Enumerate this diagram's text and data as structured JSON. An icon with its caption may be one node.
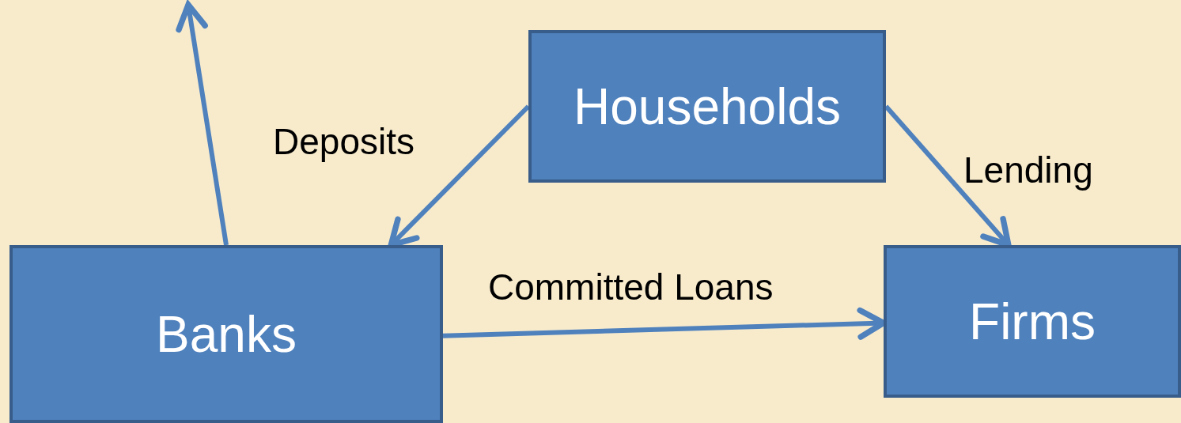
{
  "diagram": {
    "nodes": [
      {
        "text": [
          "Households"
        ]
      },
      {
        "text": [
          "Banks"
        ]
      },
      {
        "text": [
          "Firms"
        ]
      }
    ],
    "edges": [
      {
        "from": 1,
        "to": null,
        "arrow": "to"
      },
      {
        "from": 0,
        "to": 1,
        "arrow": "to",
        "label": "Deposits"
      },
      {
        "from": 0,
        "to": 2,
        "arrow": "to",
        "label": "Lending"
      },
      {
        "from": 1,
        "to": 2,
        "arrow": "to",
        "label": "Committed Loans"
      }
    ]
  }
}
